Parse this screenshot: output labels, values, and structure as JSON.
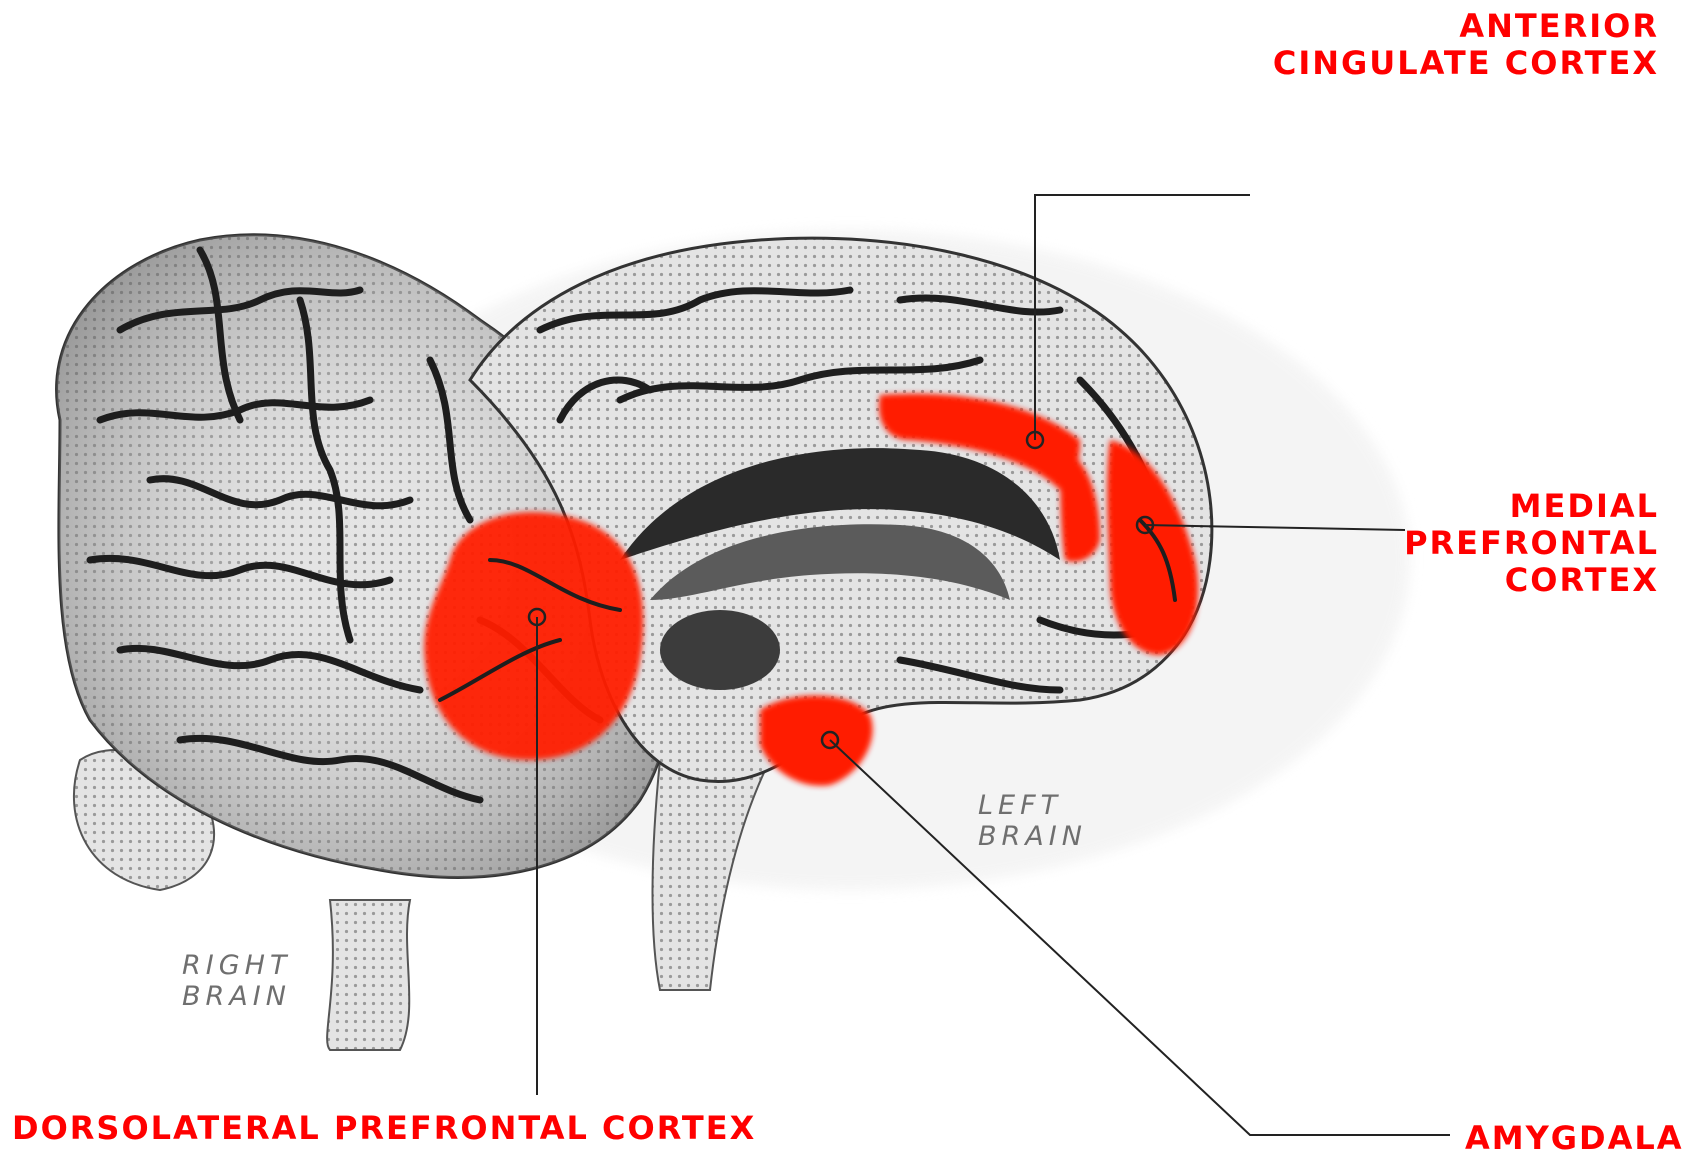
{
  "colors": {
    "highlight": "#ff1a00",
    "leader": "#222222",
    "tissue": "#d6d6d6",
    "label_red": "#ff0000",
    "label_gray": "#6f6f6f"
  },
  "labels": {
    "anterior_cingulate": [
      "ANTERIOR",
      "CINGULATE CORTEX"
    ],
    "medial_prefrontal": [
      "MEDIAL",
      "PREFRONTAL",
      "CORTEX"
    ],
    "dorsolateral": "DORSOLATERAL PREFRONTAL CORTEX",
    "amygdala": "AMYGDALA",
    "left_brain": [
      "LEFT",
      "BRAIN"
    ],
    "right_brain": [
      "RIGHT",
      "BRAIN"
    ]
  }
}
